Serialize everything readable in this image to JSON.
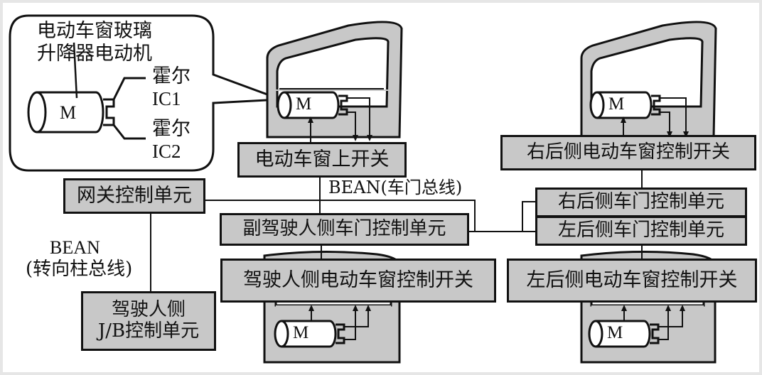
{
  "callout": {
    "title_line1": "电动车窗玻璃",
    "title_line2": "升降器电动机",
    "motor_letter": "M",
    "hall_ic1_line1": "霍尔",
    "hall_ic1_line2": "IC1",
    "hall_ic2_line1": "霍尔",
    "hall_ic2_line2": "IC2"
  },
  "motor_letters": {
    "front_right": "M",
    "rear_right": "M",
    "driver": "M",
    "rear_left": "M"
  },
  "boxes": {
    "passenger_window_up_switch": "电动车窗上开关",
    "rear_right_window_switch": "右后侧电动车窗控制开关",
    "gateway_ecu": "网关控制单元",
    "passenger_door_ecu": "副驾驶人侧车门控制单元",
    "rear_right_door_ecu": "右后侧车门控制单元",
    "rear_left_door_ecu": "左后侧车门控制单元",
    "driver_window_switch": "驾驶人侧电动车窗控制开关",
    "rear_left_window_switch": "左后侧电动车窗控制开关",
    "driver_jb_line1": "驾驶人侧",
    "driver_jb_line2": "J/B控制单元"
  },
  "bus_labels": {
    "door_bus": "BEAN(车门总线)",
    "steering_bus_line1": "BEAN",
    "steering_bus_line2": "(转向柱总线)"
  },
  "colors": {
    "box_fill": "#c8c8c8",
    "line": "#111111",
    "background": "#ffffff",
    "frame": "#e6e6e6"
  }
}
